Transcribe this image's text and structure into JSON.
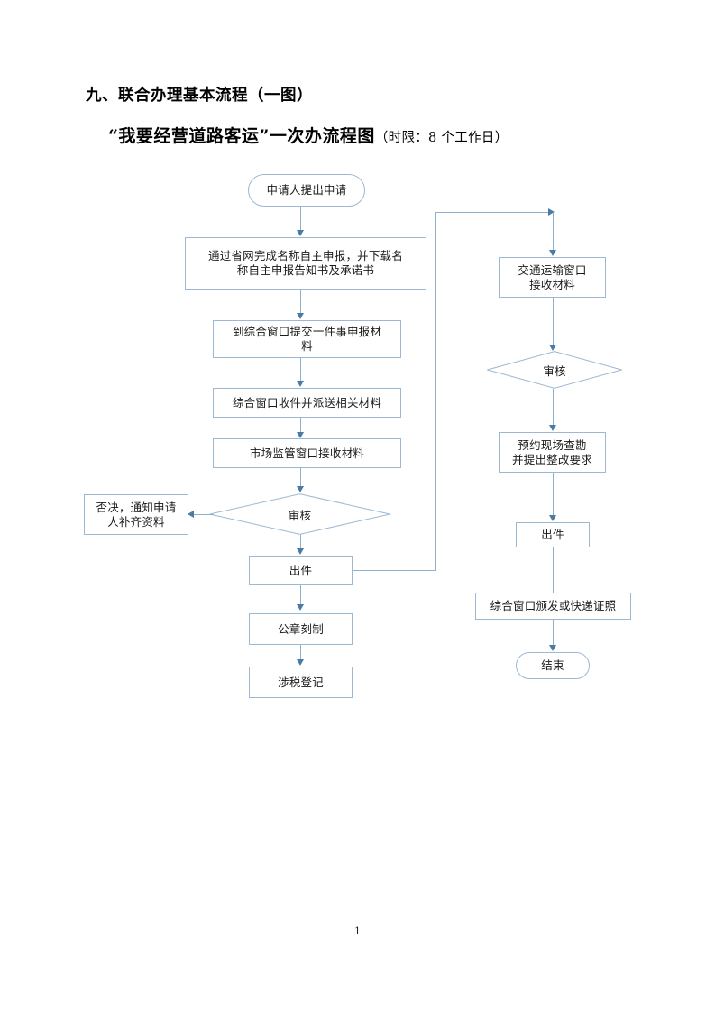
{
  "document": {
    "section_heading": "九、联合办理基本流程（一图）",
    "chart_title_main": "“我要经营道路客运”一次办流程图",
    "chart_title_sub": "（时限：8 个工作日）",
    "page_number": "1"
  },
  "theme": {
    "border_color": "#9cb8d3",
    "line_color": "#8fb0cb",
    "arrow_color": "#4a7ba7",
    "text_color": "#1a1a1a",
    "background": "#ffffff"
  },
  "flowchart": {
    "type": "flowchart",
    "nodes": [
      {
        "id": "start",
        "label": "申请人提出申请",
        "shape": "terminator",
        "column": "left"
      },
      {
        "id": "name-declare",
        "label": "通过省网完成名称自主申报，并下载名称自主申报告知书及承诺书",
        "shape": "process",
        "column": "left"
      },
      {
        "id": "submit",
        "label": "到综合窗口提交一件事申报材料",
        "shape": "process",
        "column": "left"
      },
      {
        "id": "receive-send",
        "label": "综合窗口收件并派送相关材料",
        "shape": "process",
        "column": "left"
      },
      {
        "id": "market-recv",
        "label": "市场监管窗口接收材料",
        "shape": "process",
        "column": "left"
      },
      {
        "id": "review-left",
        "label": "审核",
        "shape": "decision",
        "column": "left"
      },
      {
        "id": "reject",
        "label": "否决，通知申请人补齐资料",
        "shape": "process",
        "column": "left"
      },
      {
        "id": "issue-left",
        "label": "出件",
        "shape": "process",
        "column": "left"
      },
      {
        "id": "seal",
        "label": "公章刻制",
        "shape": "process",
        "column": "left"
      },
      {
        "id": "tax",
        "label": "涉税登记",
        "shape": "process",
        "column": "left"
      },
      {
        "id": "transport",
        "label": "交通运输窗口接收材料",
        "shape": "process",
        "column": "right"
      },
      {
        "id": "review-right",
        "label": "审核",
        "shape": "decision",
        "column": "right"
      },
      {
        "id": "survey",
        "label": "预约现场查勘并提出整改要求",
        "shape": "process",
        "column": "right"
      },
      {
        "id": "issue-right",
        "label": "出件",
        "shape": "process",
        "column": "right"
      },
      {
        "id": "deliver",
        "label": "综合窗口颁发或快递证照",
        "shape": "process",
        "column": "right"
      },
      {
        "id": "end",
        "label": "结束",
        "shape": "terminator",
        "column": "right"
      }
    ],
    "node_labels": {
      "start": "申请人提出申请",
      "name_declare_line1": "通过省网完成名称自主申报，并下载名",
      "name_declare_line2": "称自主申报告知书及承诺书",
      "submit_line1": "到综合窗口提交一件事申报材",
      "submit_line2": "料",
      "receive_send": "综合窗口收件并派送相关材料",
      "market_recv": "市场监管窗口接收材料",
      "review_left": "审核",
      "reject_line1": "否决，通知申请",
      "reject_line2": "人补齐资料",
      "issue_left": "出件",
      "seal": "公章刻制",
      "tax": "涉税登记",
      "transport_line1": "交通运输窗口",
      "transport_line2": "接收材料",
      "review_right": "审核",
      "survey_line1": "预约现场查勘",
      "survey_line2": "并提出整改要求",
      "issue_right": "出件",
      "deliver": "综合窗口颁发或快递证照",
      "end": "结束"
    },
    "edges": [
      {
        "from": "start",
        "to": "name-declare"
      },
      {
        "from": "name-declare",
        "to": "submit"
      },
      {
        "from": "submit",
        "to": "receive-send"
      },
      {
        "from": "receive-send",
        "to": "market-recv"
      },
      {
        "from": "market-recv",
        "to": "review-left"
      },
      {
        "from": "review-left",
        "to": "reject",
        "direction": "left"
      },
      {
        "from": "review-left",
        "to": "issue-left"
      },
      {
        "from": "issue-left",
        "to": "seal"
      },
      {
        "from": "seal",
        "to": "tax"
      },
      {
        "from": "issue-left",
        "to": "transport",
        "direction": "right-up"
      },
      {
        "from": "transport",
        "to": "review-right"
      },
      {
        "from": "review-right",
        "to": "survey"
      },
      {
        "from": "survey",
        "to": "issue-right"
      },
      {
        "from": "issue-right",
        "to": "deliver"
      },
      {
        "from": "deliver",
        "to": "end"
      }
    ]
  }
}
